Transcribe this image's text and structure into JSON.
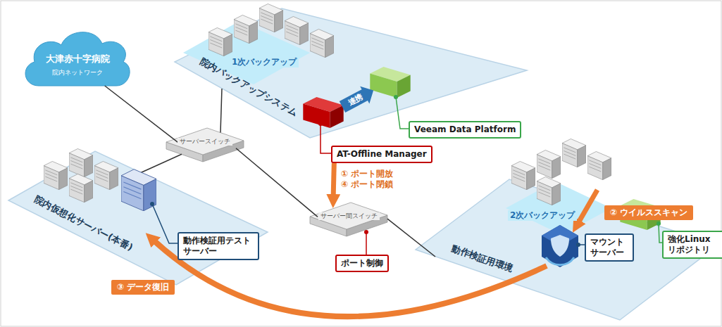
{
  "diagram": {
    "nodes": [
      {
        "text": [
          "大津赤十字病院",
          "院内ネットワーク"
        ]
      },
      {
        "text": [
          "院内バックアップシステム"
        ]
      },
      {
        "text": [
          "1次バックアップ"
        ],
        "in": 1
      },
      {
        "text": [
          "Veeam Data Platform"
        ]
      },
      {
        "text": [
          "AT-Offline Manager"
        ]
      },
      {
        "text": [
          "サーバースイッチ"
        ]
      },
      {
        "text": [
          "院内仮想化サーバー(本番)"
        ]
      },
      {
        "text": [
          "動作検証用テスト サーバー"
        ],
        "in": 6
      },
      {
        "text": [
          "サーバー間スイッチ"
        ]
      },
      {
        "text": [
          "ポート制御"
        ]
      },
      {
        "text": [
          "動作検証用環境"
        ]
      },
      {
        "text": [
          "2次バックアップ"
        ],
        "in": 10
      },
      {
        "text": [
          "② ウイルススキャン"
        ],
        "in": 10
      },
      {
        "text": [
          "強化Linux リポジトリ"
        ],
        "in": 10
      },
      {
        "text": [
          "マウント サーバー"
        ],
        "in": 10
      },
      {
        "text": [
          "③ データ復旧"
        ]
      }
    ],
    "edges": [
      {
        "from": 0,
        "to": 5,
        "arrow": "none"
      },
      {
        "from": 5,
        "to": 1,
        "arrow": "none"
      },
      {
        "from": 5,
        "to": 6,
        "arrow": "none"
      },
      {
        "from": 5,
        "to": 8,
        "arrow": "none"
      },
      {
        "from": 8,
        "to": 10,
        "arrow": "none"
      },
      {
        "from": 4,
        "to": 8,
        "label": "① ポート開放 ④ ポート閉鎖",
        "arrow": "to"
      }
    ],
    "labels": [
      "連携"
    ]
  }
}
